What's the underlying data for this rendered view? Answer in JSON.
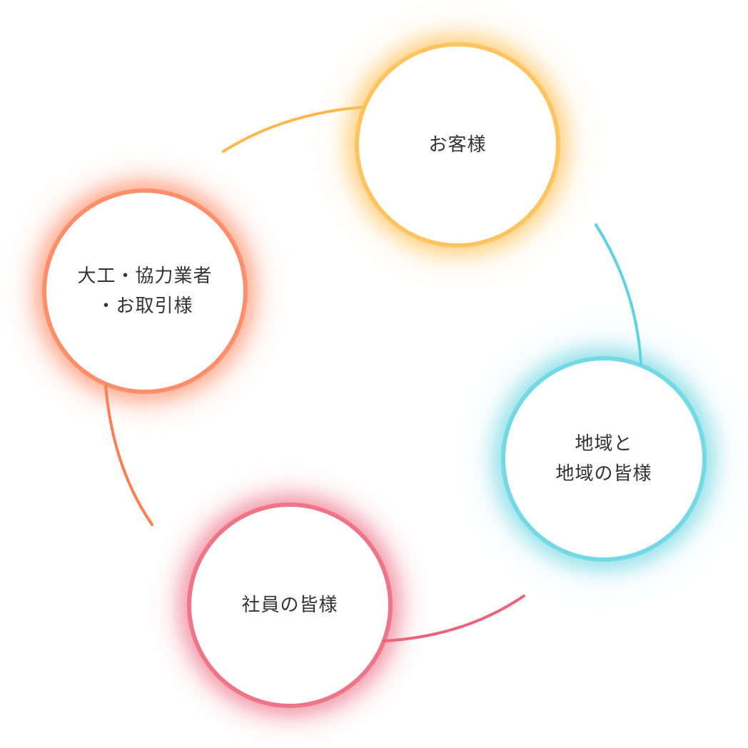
{
  "nodes": {
    "customers": {
      "lines": [
        "お客様"
      ]
    },
    "community": {
      "lines": [
        "地域と",
        "地域の皆様"
      ]
    },
    "employees": {
      "lines": [
        "社員の皆様"
      ]
    },
    "partners": {
      "lines": [
        "大工・協力業者",
        "・お取引様"
      ]
    }
  },
  "colors": {
    "customers": "#FFB84D",
    "community": "#5FD3DF",
    "employees": "#EB6378",
    "partners": "#FF7E52",
    "text": "#333333",
    "background": "#FFFFFF"
  }
}
